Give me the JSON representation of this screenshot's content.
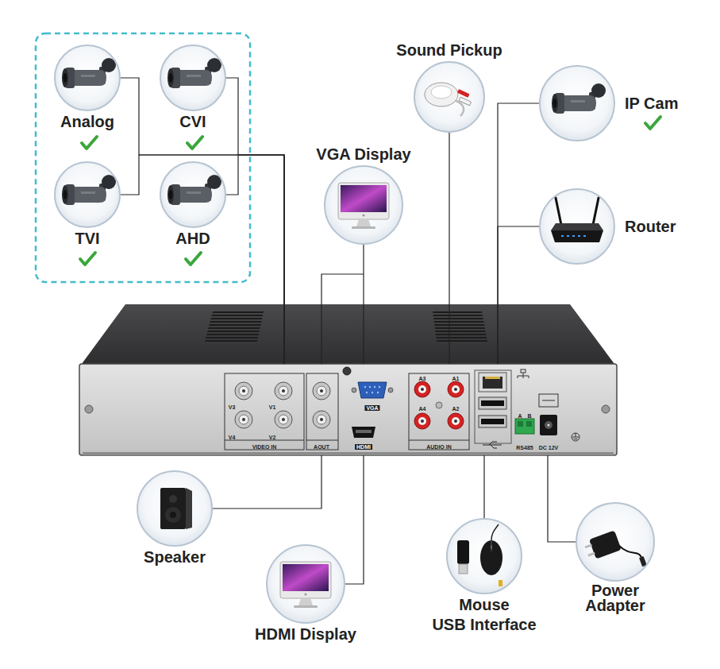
{
  "diagram": {
    "nodes": [
      {
        "text": [
          "Analog"
        ]
      },
      {
        "text": [
          "CVI"
        ]
      },
      {
        "text": [
          "TVI"
        ]
      },
      {
        "text": [
          "AHD"
        ]
      },
      {
        "text": [
          "Sound Pickup"
        ]
      },
      {
        "text": [
          "IP Cam"
        ]
      },
      {
        "text": [
          "VGA Display"
        ]
      },
      {
        "text": [
          "Router"
        ]
      },
      {
        "text": [
          "V3",
          "V1",
          "V4",
          "V2",
          "VIDEO IN",
          "AOUT",
          "VGA",
          "HDMI",
          "A3",
          "A1",
          "A4",
          "A2",
          "AUDIO IN",
          "A",
          "B",
          "RS485",
          "DC 12V"
        ]
      },
      {
        "text": [
          "Speaker"
        ]
      },
      {
        "text": [
          "Mouse",
          "USB Interface"
        ]
      },
      {
        "text": [
          "Power Adapter"
        ]
      },
      {
        "text": [
          "HDMI Display"
        ]
      }
    ],
    "edges": [
      {
        "from": 0,
        "to": 8,
        "arrow": "none"
      },
      {
        "from": 1,
        "to": 8,
        "arrow": "none"
      },
      {
        "from": 2,
        "to": 8,
        "arrow": "none"
      },
      {
        "from": 3,
        "to": 8,
        "arrow": "none"
      },
      {
        "from": 4,
        "to": 8,
        "arrow": "none"
      },
      {
        "from": 5,
        "to": 8,
        "arrow": "none"
      },
      {
        "from": 7,
        "to": 8,
        "arrow": "none"
      },
      {
        "from": 8,
        "to": 6,
        "arrow": "none"
      },
      {
        "from": 8,
        "to": 9,
        "arrow": "none"
      },
      {
        "from": 8,
        "to": 12,
        "arrow": "none"
      },
      {
        "from": 10,
        "to": 8,
        "arrow": "none"
      },
      {
        "from": 11,
        "to": 8,
        "arrow": "none"
      }
    ]
  }
}
